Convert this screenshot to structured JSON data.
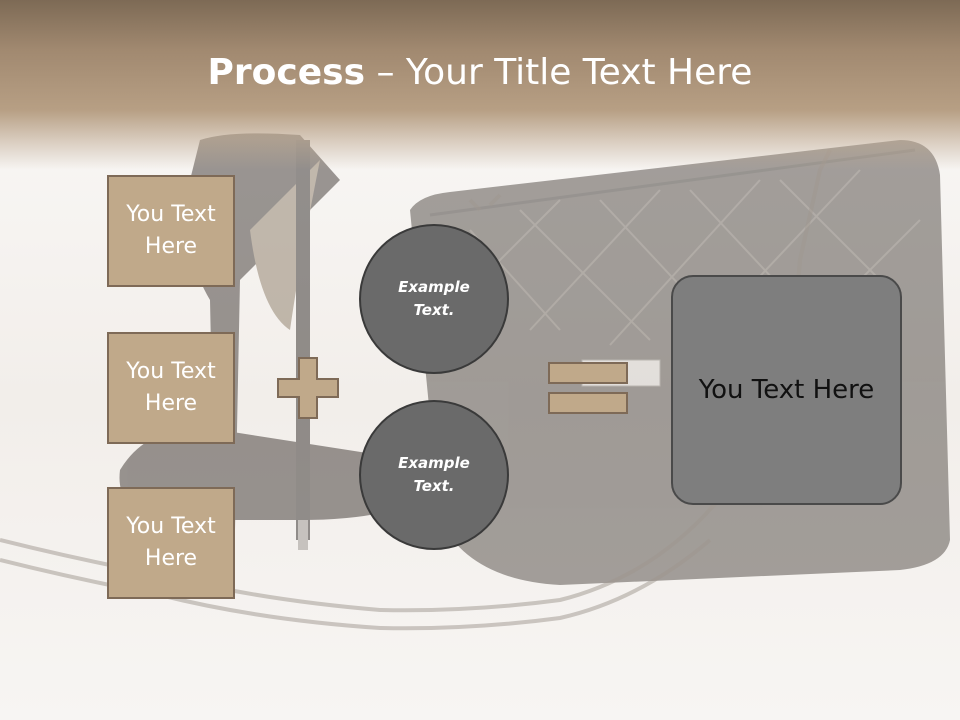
{
  "slide": {
    "title_bold": "Process",
    "title_rest": " – Your Title Text Here"
  },
  "left_boxes": [
    {
      "label": "You Text Here"
    },
    {
      "label": "You Text Here"
    },
    {
      "label": "You Text Here"
    }
  ],
  "circles": [
    {
      "label": "Example Text."
    },
    {
      "label": "Example Text."
    }
  ],
  "result_box": {
    "label": "You Text Here"
  },
  "colors": {
    "header": "#a18970",
    "box_fill": "#c0a98a",
    "box_border": "#7e6a57",
    "circle_fill": "#6a6a6a",
    "result_fill": "#7e7e7e"
  },
  "icons": [
    "plus-icon",
    "equals-icon"
  ]
}
